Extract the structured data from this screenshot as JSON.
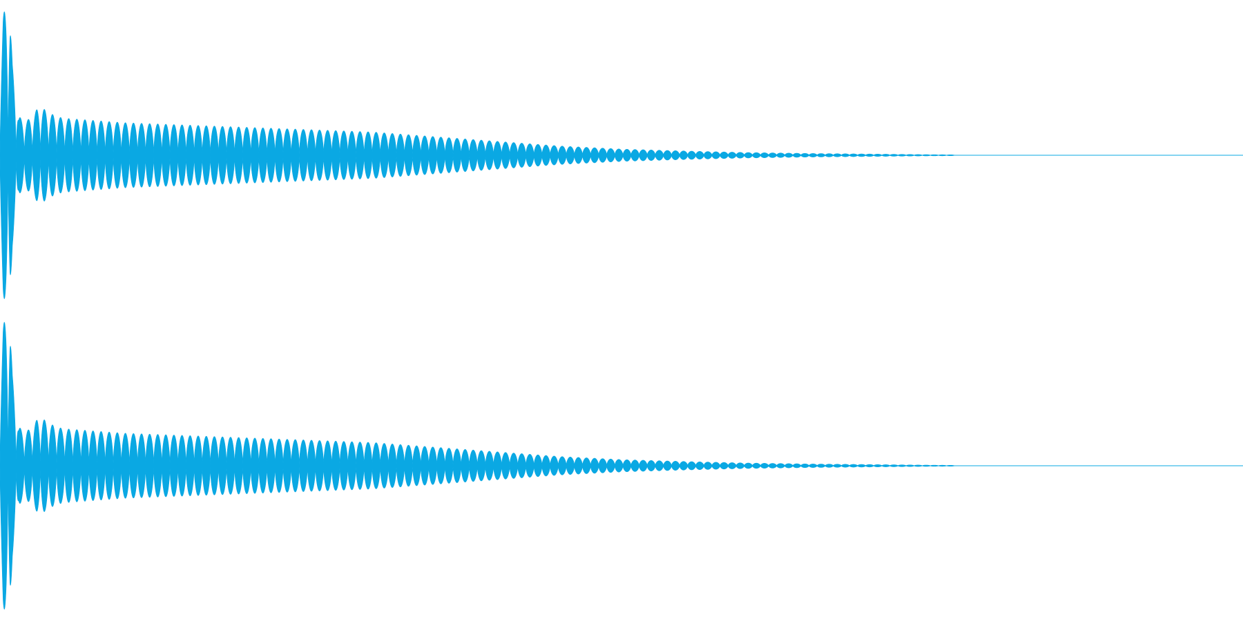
{
  "colors": {
    "background": "#ffffff",
    "waveform": "#0aa8e3"
  },
  "chart_data": {
    "type": "area",
    "title": "",
    "xlabel": "",
    "ylabel": "",
    "grid": false,
    "legend": "none",
    "amplitude_range": [
      -1,
      1
    ],
    "time_range": [
      0,
      1
    ],
    "signal_end": 0.768,
    "channels": [
      {
        "channel": 1
      },
      {
        "channel": 2
      }
    ],
    "envelope_x": [
      0,
      0.0025,
      0.005,
      0.008,
      0.01,
      0.012,
      0.015,
      0.02,
      0.025,
      0.03,
      0.035,
      0.04,
      0.05,
      0.1,
      0.2,
      0.3,
      0.4,
      0.45,
      0.5,
      0.55,
      0.6,
      0.65,
      0.7,
      0.75,
      0.768
    ],
    "envelope_y": [
      0.5,
      0.9,
      0.97,
      0.95,
      0.58,
      0.45,
      0.25,
      0.22,
      0.24,
      0.3,
      0.3,
      0.27,
      0.24,
      0.21,
      0.18,
      0.15,
      0.09,
      0.06,
      0.04,
      0.028,
      0.018,
      0.012,
      0.008,
      0.004,
      0.003
    ],
    "cycles": 118
  }
}
